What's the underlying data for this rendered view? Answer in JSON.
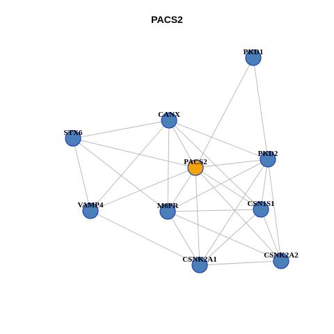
{
  "title": "PACS2",
  "colors": {
    "node_default": "#4a7fba",
    "node_focus": "#f5a30a",
    "edge": "#b5b5b5",
    "node_border": "#1f3fb8"
  },
  "nodes": [
    {
      "id": "PKD1",
      "label": "PKD1",
      "focus": false
    },
    {
      "id": "CANX",
      "label": "CANX",
      "focus": false
    },
    {
      "id": "STX6",
      "label": "STX6",
      "focus": false
    },
    {
      "id": "PACS2",
      "label": "PACS2",
      "focus": true
    },
    {
      "id": "PKD2",
      "label": "PKD2",
      "focus": false
    },
    {
      "id": "VAMP4",
      "label": "VAMP4",
      "focus": false
    },
    {
      "id": "M6PR",
      "label": "M6PR",
      "focus": false
    },
    {
      "id": "CSN1S1",
      "label": "CSN1S1",
      "focus": false
    },
    {
      "id": "CSNK2A1",
      "label": "CSNK2A1",
      "focus": false
    },
    {
      "id": "CSNK2A2",
      "label": "CSNK2A2",
      "focus": false
    }
  ],
  "edges": [
    [
      "PKD1",
      "PACS2"
    ],
    [
      "PKD1",
      "PKD2"
    ],
    [
      "CANX",
      "STX6"
    ],
    [
      "CANX",
      "PACS2"
    ],
    [
      "CANX",
      "PKD2"
    ],
    [
      "CANX",
      "VAMP4"
    ],
    [
      "CANX",
      "M6PR"
    ],
    [
      "CANX",
      "CSN1S1"
    ],
    [
      "STX6",
      "VAMP4"
    ],
    [
      "STX6",
      "PACS2"
    ],
    [
      "STX6",
      "M6PR"
    ],
    [
      "PACS2",
      "PKD2"
    ],
    [
      "PACS2",
      "VAMP4"
    ],
    [
      "PACS2",
      "M6PR"
    ],
    [
      "PACS2",
      "CSN1S1"
    ],
    [
      "PACS2",
      "CSNK2A1"
    ],
    [
      "PACS2",
      "CSNK2A2"
    ],
    [
      "PKD2",
      "M6PR"
    ],
    [
      "PKD2",
      "CSN1S1"
    ],
    [
      "PKD2",
      "CSNK2A1"
    ],
    [
      "PKD2",
      "CSNK2A2"
    ],
    [
      "VAMP4",
      "CSNK2A1"
    ],
    [
      "M6PR",
      "CSN1S1"
    ],
    [
      "M6PR",
      "CSNK2A1"
    ],
    [
      "M6PR",
      "CSNK2A2"
    ],
    [
      "CSN1S1",
      "CSNK2A1"
    ],
    [
      "CSN1S1",
      "CSNK2A2"
    ],
    [
      "CSNK2A1",
      "CSNK2A2"
    ]
  ]
}
